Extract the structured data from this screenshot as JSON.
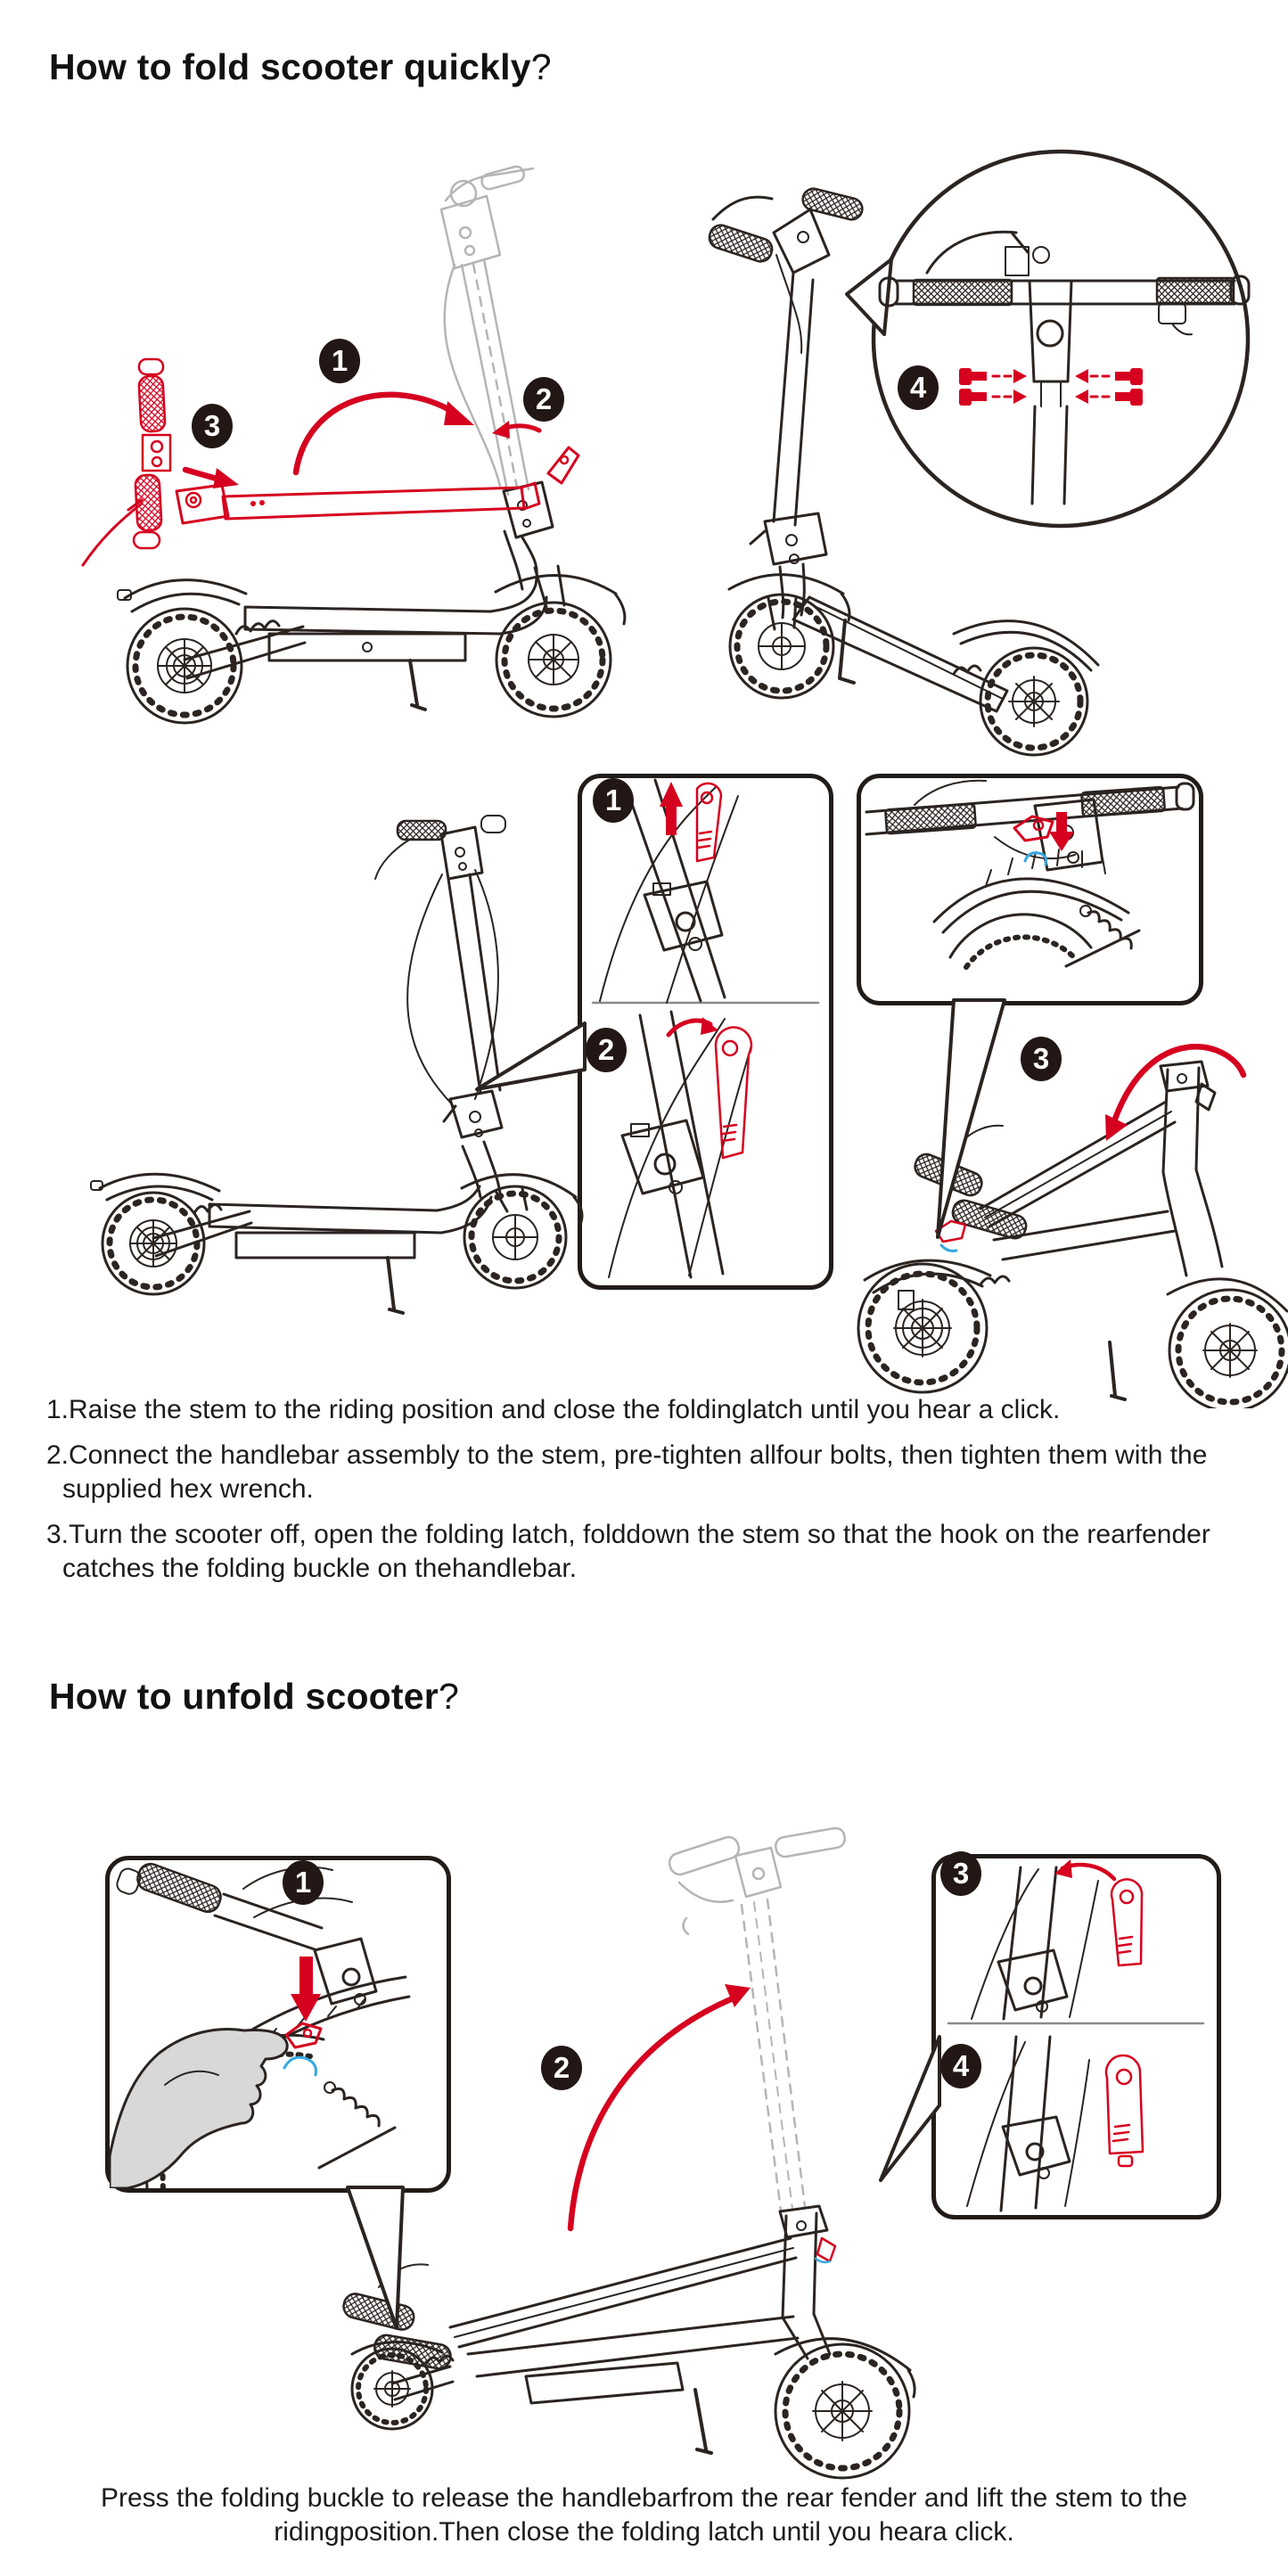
{
  "fold": {
    "title": "How to fold scooter quickly",
    "qmark": "?",
    "steps": [
      "1.Raise the stem to the riding position and close the foldinglatch until you hear a click.",
      "2.Connect the handlebar assembly to the stem, pre-tighten allfour bolts, then tighten them with the supplied hex wrench.",
      "3.Turn the scooter off, open the folding latch, folddown the stem so that the hook on the rearfender catches the folding buckle on thehandlebar."
    ]
  },
  "unfold": {
    "title": "How to unfold scooter",
    "qmark": "?",
    "note": "Press the folding buckle to release the handlebarfrom the rear fender and lift the stem to the ridingposition.Then close the folding latch until you heara click."
  },
  "badges": {
    "one": "1",
    "two": "2",
    "three": "3",
    "four": "4"
  },
  "colors": {
    "accent_red": "#d6001f",
    "highlight_blue": "#35a8e0",
    "ink": "#2b2420",
    "ghost_gray": "#b5b5b5"
  }
}
